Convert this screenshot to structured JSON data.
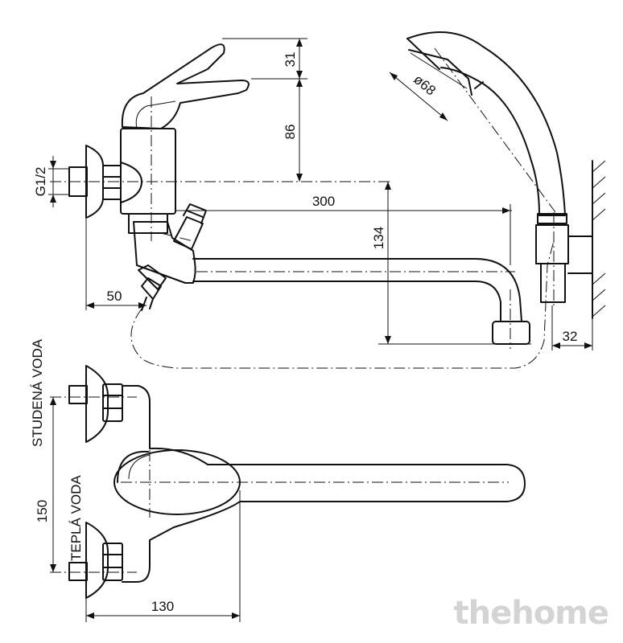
{
  "dimensions": {
    "top_height": "31",
    "mid_height": "86",
    "spout_length": "300",
    "spout_depth": "134",
    "thread": "G1/2",
    "bottom_offset": "50",
    "wall_offset": "32",
    "inlet_spacing": "150",
    "body_width": "130",
    "shower_diameter": "ø68"
  },
  "labels": {
    "cold_water": "STUDENÁ VODA",
    "hot_water": "TEPLÁ VODA"
  },
  "watermark": "thehome"
}
